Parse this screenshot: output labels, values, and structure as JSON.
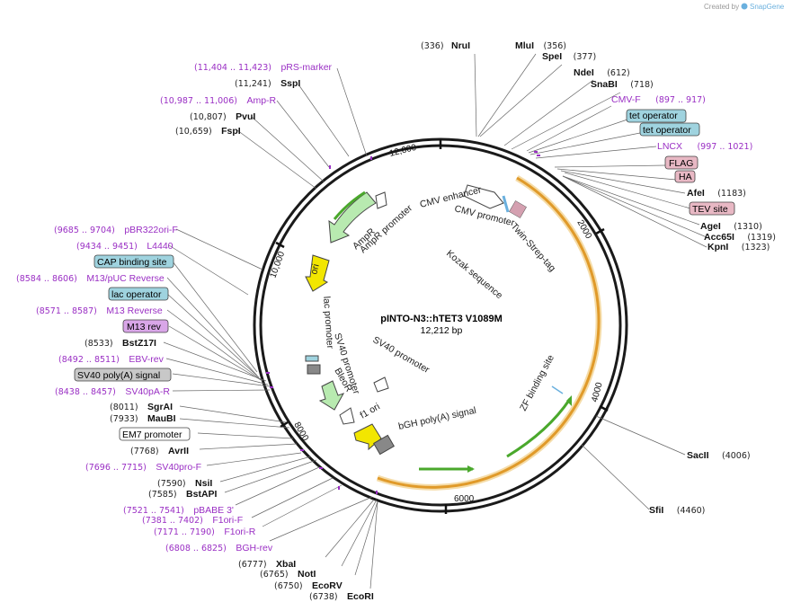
{
  "credit": "Created by",
  "credit_brand": "SnapGene",
  "plasmid": {
    "name": "pINTO-N3::hTET3 V1089M",
    "size": "12,212 bp"
  },
  "ticks": [
    "12,000",
    "2000",
    "4000",
    "6000",
    "8000",
    "10,000"
  ],
  "sites": [
    {
      "id": "nrui",
      "name": "NruI",
      "pos": "(336)"
    },
    {
      "id": "mlui",
      "name": "MluI",
      "pos": "(356)"
    },
    {
      "id": "spei",
      "name": "SpeI",
      "pos": "(377)"
    },
    {
      "id": "ndei",
      "name": "NdeI",
      "pos": "(612)"
    },
    {
      "id": "snabi",
      "name": "SnaBI",
      "pos": "(718)"
    },
    {
      "id": "afei",
      "name": "AfeI",
      "pos": "(1183)"
    },
    {
      "id": "agei",
      "name": "AgeI",
      "pos": "(1310)"
    },
    {
      "id": "acc65i",
      "name": "Acc65I",
      "pos": "(1319)"
    },
    {
      "id": "kpni",
      "name": "KpnI",
      "pos": "(1323)"
    },
    {
      "id": "sacii",
      "name": "SacII",
      "pos": "(4006)"
    },
    {
      "id": "sfii",
      "name": "SfiI",
      "pos": "(4460)"
    },
    {
      "id": "ecori",
      "name": "EcoRI",
      "pos": "(6738)"
    },
    {
      "id": "ecorv",
      "name": "EcoRV",
      "pos": "(6750)"
    },
    {
      "id": "noti",
      "name": "NotI",
      "pos": "(6765)"
    },
    {
      "id": "xbai",
      "name": "XbaI",
      "pos": "(6777)"
    },
    {
      "id": "bstapi",
      "name": "BstAPI",
      "pos": "(7585)"
    },
    {
      "id": "nsii",
      "name": "NsiI",
      "pos": "(7590)"
    },
    {
      "id": "avrii",
      "name": "AvrII",
      "pos": "(7768)"
    },
    {
      "id": "mauBi",
      "name": "MauBI",
      "pos": "(7933)"
    },
    {
      "id": "sgrai",
      "name": "SgrAI",
      "pos": "(8011)"
    },
    {
      "id": "bstz17i",
      "name": "BstZ17I",
      "pos": "(8533)"
    },
    {
      "id": "fspi",
      "name": "FspI",
      "pos": "(10,659)"
    },
    {
      "id": "pvui",
      "name": "PvuI",
      "pos": "(10,807)"
    },
    {
      "id": "sspi",
      "name": "SspI",
      "pos": "(11,241)"
    }
  ],
  "primers": [
    {
      "id": "cmvf",
      "name": "CMV-F",
      "range": "(897 .. 917)"
    },
    {
      "id": "lncx",
      "name": "LNCX",
      "range": "(997 .. 1021)"
    },
    {
      "id": "bghrev",
      "name": "BGH-rev",
      "range": "(6808 .. 6825)"
    },
    {
      "id": "f1orir",
      "name": "F1ori-R",
      "range": "(7171 .. 7190)"
    },
    {
      "id": "f1orif",
      "name": "F1ori-F",
      "range": "(7381 .. 7402)"
    },
    {
      "id": "pbabe3",
      "name": "pBABE 3'",
      "range": "(7521 .. 7541)"
    },
    {
      "id": "sv40prof",
      "name": "SV40pro-F",
      "range": "(7696 .. 7715)"
    },
    {
      "id": "sv40par",
      "name": "SV40pA-R",
      "range": "(8438 .. 8457)"
    },
    {
      "id": "ebvrev",
      "name": "EBV-rev",
      "range": "(8492 .. 8511)"
    },
    {
      "id": "m13rev",
      "name": "M13 Reverse",
      "range": "(8571 .. 8587)"
    },
    {
      "id": "m13puc",
      "name": "M13/pUC Reverse",
      "range": "(8584 .. 8606)"
    },
    {
      "id": "l4440",
      "name": "L4440",
      "range": "(9434 .. 9451)"
    },
    {
      "id": "pbr322",
      "name": "pBR322ori-F",
      "range": "(9685 .. 9704)"
    },
    {
      "id": "ampr",
      "name": "Amp-R",
      "range": "(10,987 .. 11,006)"
    },
    {
      "id": "prs",
      "name": "pRS-marker",
      "range": "(11,404 .. 11,423)"
    }
  ],
  "boxes": [
    {
      "id": "tetop1",
      "name": "tet operator",
      "color": "#9fd3df"
    },
    {
      "id": "tetop2",
      "name": "tet operator",
      "color": "#9fd3df"
    },
    {
      "id": "flag",
      "name": "FLAG",
      "color": "#e8b8c4"
    },
    {
      "id": "ha",
      "name": "HA",
      "color": "#e8b8c4"
    },
    {
      "id": "tev",
      "name": "TEV site",
      "color": "#e8b8c4"
    },
    {
      "id": "em7",
      "name": "EM7 promoter",
      "color": "#ffffff"
    },
    {
      "id": "sv40polya",
      "name": "SV40 poly(A) signal",
      "color": "#c8c8c8"
    },
    {
      "id": "m13revbox",
      "name": "M13 rev",
      "color": "#d9a6e8"
    },
    {
      "id": "lacop",
      "name": "lac operator",
      "color": "#9fd3df"
    },
    {
      "id": "cap",
      "name": "CAP binding site",
      "color": "#9fd3df"
    }
  ],
  "inner_labels": {
    "cmv_enhancer": "CMV enhancer",
    "cmv_promoter": "CMV promoter",
    "twin_strep": "Twin-Strep-tag",
    "kozak": "Kozak sequence",
    "ampr_promoter": "AmpR promoter",
    "ampr": "AmpR",
    "ori": "ori",
    "lac_promoter": "lac promoter",
    "sv40_promoter_a": "SV40 promoter",
    "sv40_promoter_b": "SV40 promoter",
    "bleor": "BleoR",
    "f1_ori": "f1 ori",
    "bgh": "bGH poly(A) signal",
    "zf_binding": "ZF binding site"
  },
  "colors": {
    "backbone": "#1a1a1a",
    "insert_orange": "#e09a2a",
    "gene_green": "#4aa82c",
    "promoter_green": "#b8eab0",
    "ori_yellow": "#f2e600",
    "primer_purple": "#9a2fc4"
  }
}
